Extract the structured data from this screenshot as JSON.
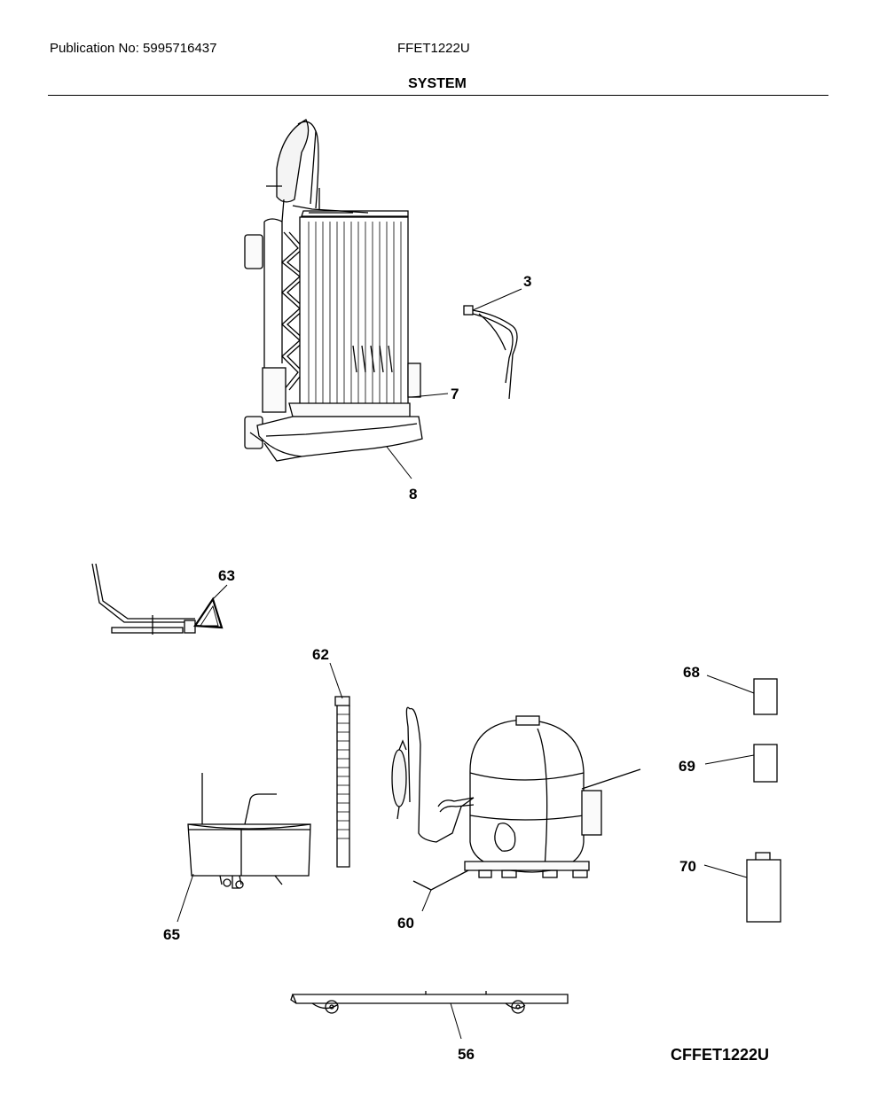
{
  "header": {
    "publication": "Publication No: 5995716437",
    "model": "FFET1222U",
    "title": "SYSTEM"
  },
  "footer": {
    "diagram_code": "CFFET1222U"
  },
  "callouts": {
    "p3": "3",
    "p7": "7",
    "p8": "8",
    "p63": "63",
    "p62": "62",
    "p68": "68",
    "p69": "69",
    "p70": "70",
    "p65": "65",
    "p60": "60",
    "p56": "56"
  }
}
